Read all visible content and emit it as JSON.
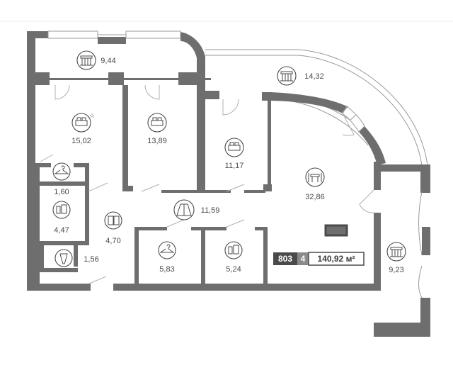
{
  "plan": {
    "apartment_number": "803",
    "rooms_count": "4",
    "total_area": "140,92 м²"
  },
  "rooms": [
    {
      "id": "balcony-top",
      "area": "9,44",
      "icon": "balcony-icon"
    },
    {
      "id": "bedroom-master",
      "area": "15,02",
      "icon": "bed-star-icon"
    },
    {
      "id": "bedroom-2",
      "area": "13,89",
      "icon": "bed-icon"
    },
    {
      "id": "bedroom-3",
      "area": "11,17",
      "icon": "bed-icon"
    },
    {
      "id": "balcony-curved",
      "area": "14,32",
      "icon": "balcony-icon"
    },
    {
      "id": "living-kitchen",
      "area": "32,86",
      "icon": "dining-icon"
    },
    {
      "id": "wardrobe-small",
      "area": "1,60",
      "icon": "hanger-icon"
    },
    {
      "id": "bathroom-1",
      "area": "4,47",
      "icon": "bathroom-icon"
    },
    {
      "id": "hallway-side",
      "area": "4,70",
      "icon": "closet-icon"
    },
    {
      "id": "hall",
      "area": "11,59",
      "icon": "hall-icon"
    },
    {
      "id": "toilet",
      "area": "1,56",
      "icon": "toilet-icon"
    },
    {
      "id": "wardrobe",
      "area": "5,83",
      "icon": "hanger-icon"
    },
    {
      "id": "bathroom-2",
      "area": "5,24",
      "icon": "bathroom-icon"
    },
    {
      "id": "balcony-right",
      "area": "9,23",
      "icon": "balcony-icon"
    }
  ],
  "colors": {
    "walls": "#6e6e6e",
    "badge_dark": "#4a4a4a",
    "badge_mid": "#8a8a8a"
  }
}
